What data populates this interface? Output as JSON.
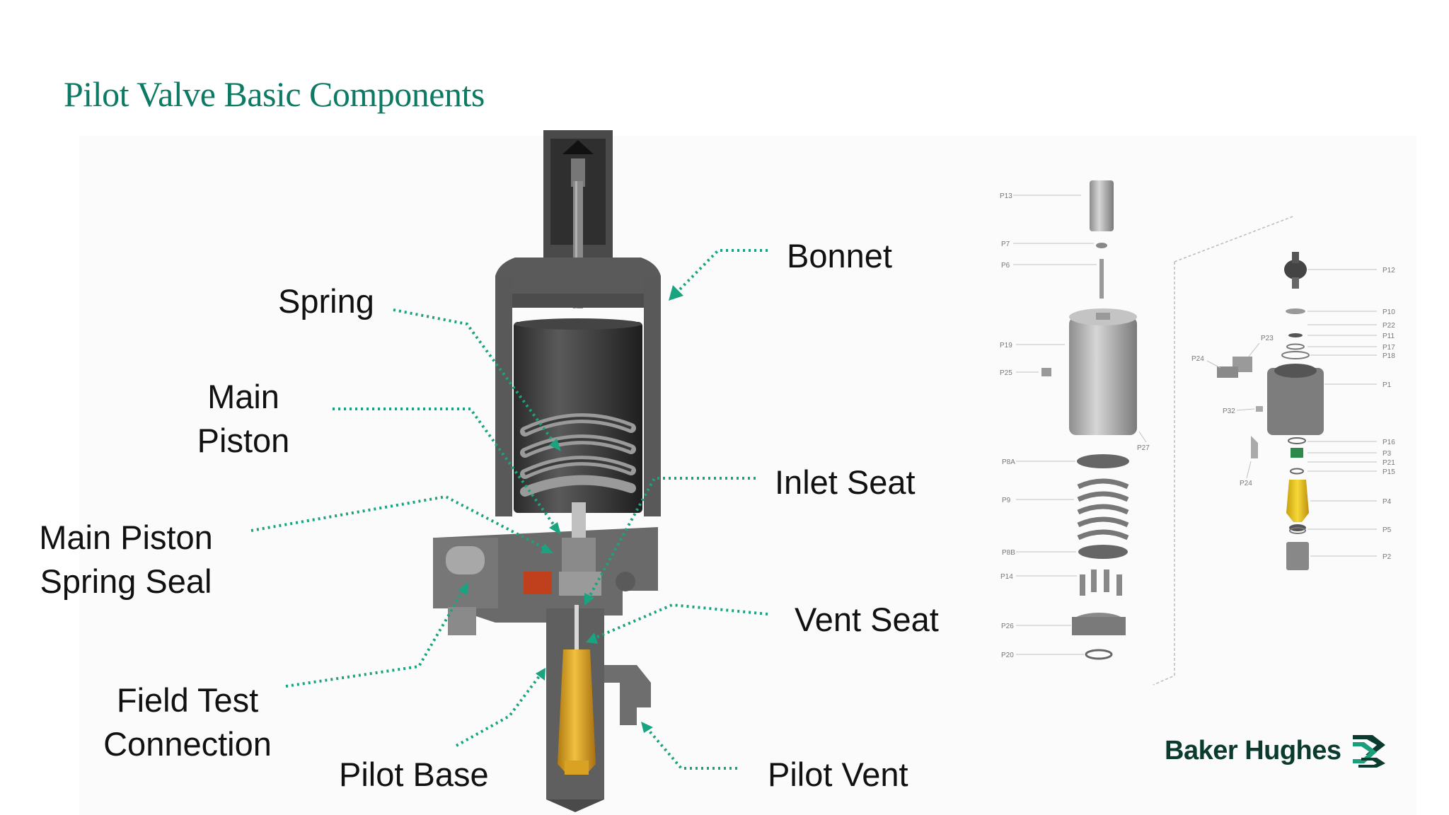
{
  "slide": {
    "title": "Pilot Valve Basic Components"
  },
  "callouts": {
    "bonnet": "Bonnet",
    "spring": "Spring",
    "main_piston": [
      "Main",
      "Piston"
    ],
    "inlet_seat": "Inlet Seat",
    "main_piston_spring_seal": [
      "Main Piston",
      "Spring Seal"
    ],
    "vent_seat": "Vent Seat",
    "field_test_connection": [
      "Field Test",
      "Connection"
    ],
    "pilot_base": "Pilot Base",
    "pilot_vent": "Pilot Vent"
  },
  "exploded_view": {
    "left_refs": [
      "P13",
      "P7",
      "P6",
      "P19",
      "P25",
      "P27",
      "P8A",
      "P9",
      "P8B",
      "P14",
      "P26",
      "P20"
    ],
    "right_refs": [
      "P12",
      "P10",
      "P22",
      "P11",
      "P17",
      "P18",
      "P1",
      "P16",
      "P3",
      "P21",
      "P15",
      "P4",
      "P5",
      "P2"
    ],
    "side_refs": [
      "P23",
      "P24",
      "P32",
      "P24"
    ]
  },
  "brand": {
    "name": "Baker Hughes"
  },
  "colors": {
    "title": "#0d7a63",
    "callout_line": "#1aa37f",
    "body_gray": "#5c5c5c",
    "pilot_gold": "#e0a62a",
    "brand_green": "#0b3b2e"
  }
}
